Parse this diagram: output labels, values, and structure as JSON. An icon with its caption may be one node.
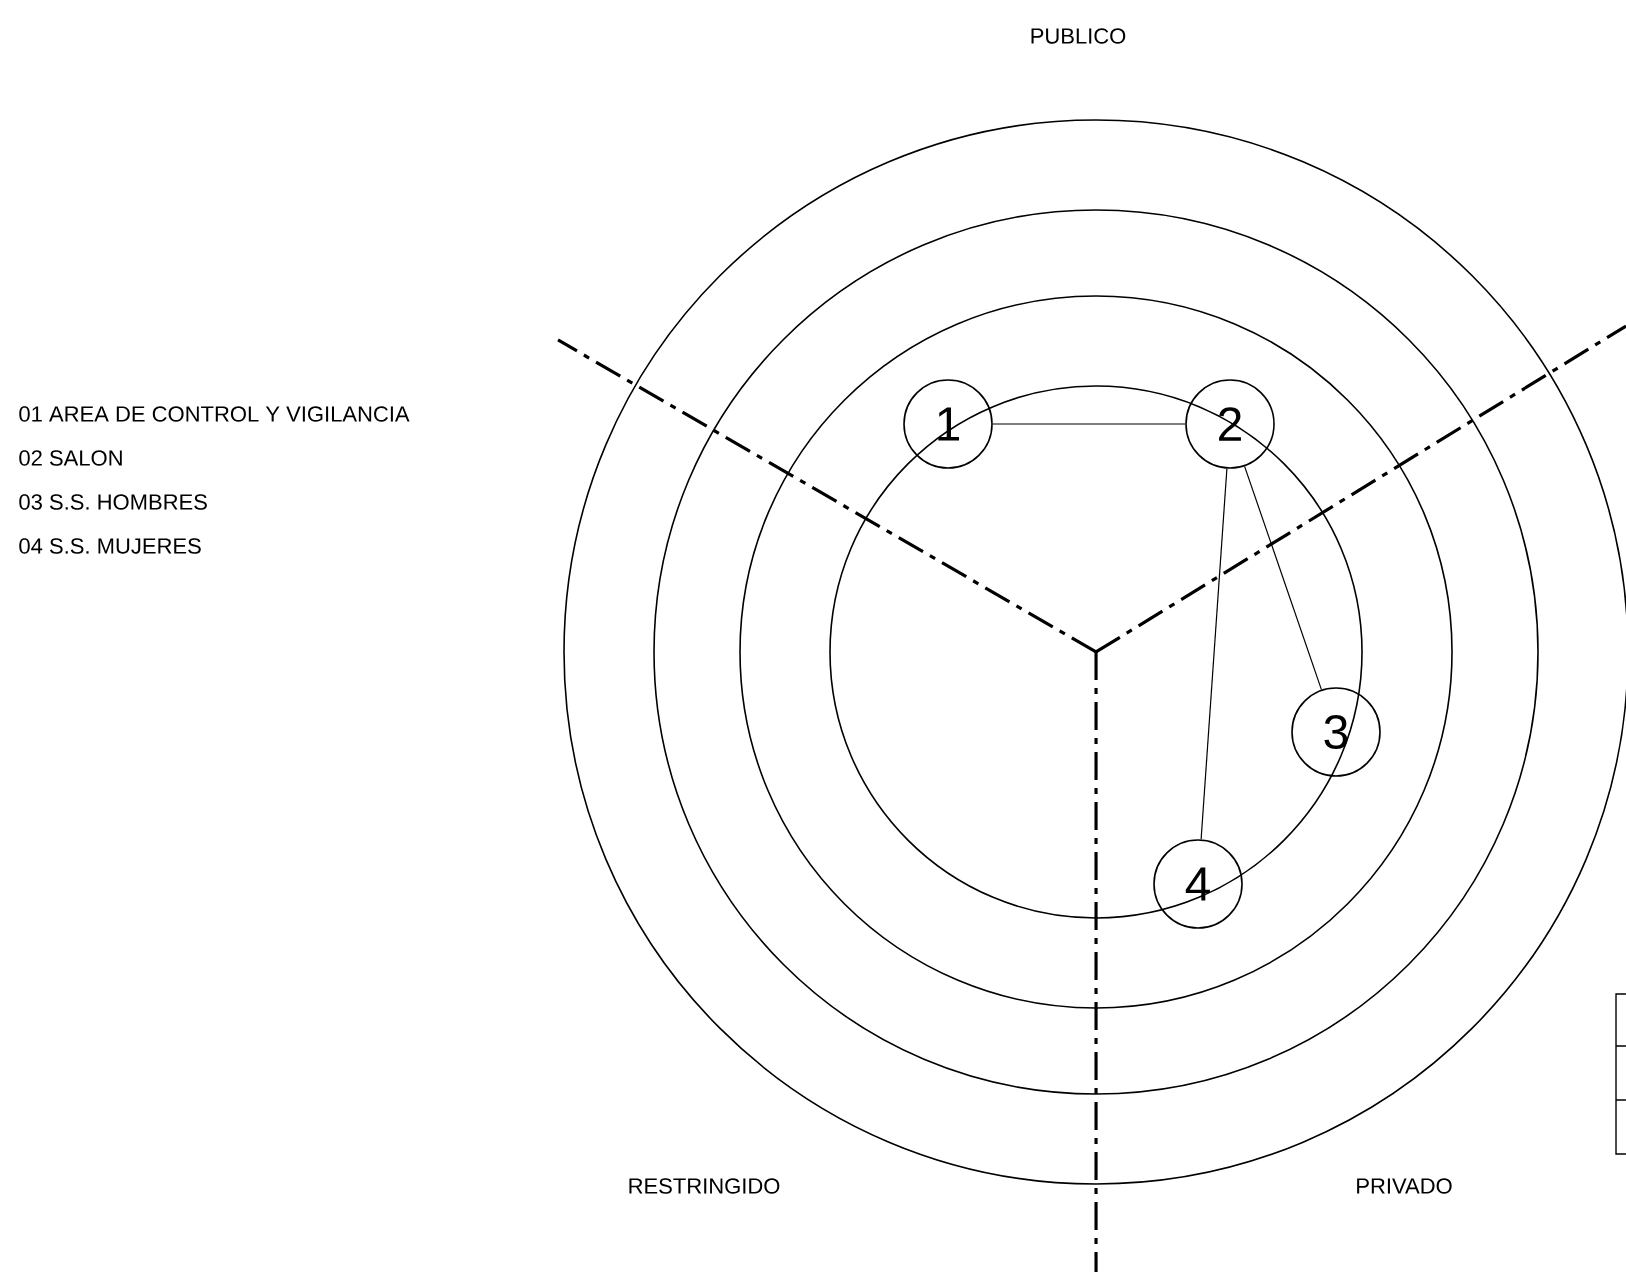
{
  "diagram": {
    "nodes": [
      {
        "text": [
          "1"
        ]
      },
      {
        "text": [
          "2"
        ]
      },
      {
        "text": [
          "3"
        ]
      },
      {
        "text": [
          "4"
        ]
      }
    ],
    "edges": [
      {
        "from": 0,
        "to": 1,
        "arrow": "none"
      },
      {
        "from": 1,
        "to": 3,
        "arrow": "none"
      },
      {
        "from": 1,
        "to": 2,
        "arrow": "none"
      }
    ],
    "labels": [
      "PUBLICO",
      "01 AREA DE CONTROL Y VIGILANCIA",
      "02 SALON",
      "03 S.S. HOMBRES",
      "04 S.S. MUJERES",
      "RESTRINGIDO",
      "PRIVADO"
    ]
  }
}
